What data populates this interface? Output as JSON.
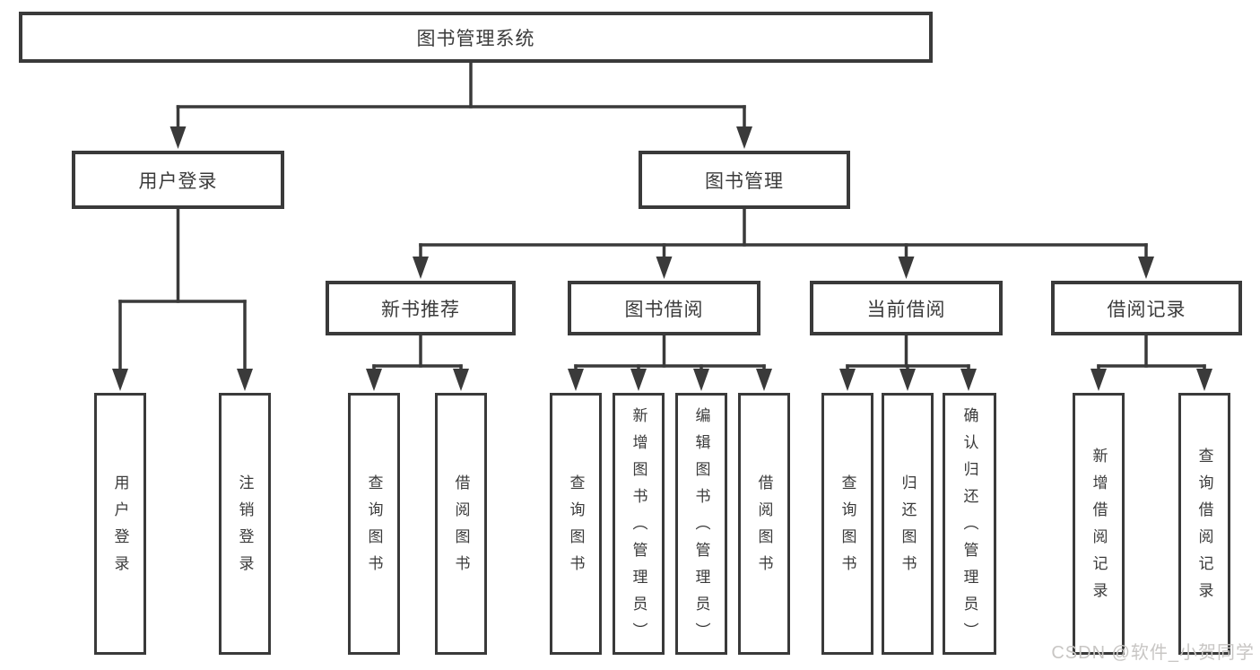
{
  "diagram": {
    "tree": {
      "label": "图书管理系统",
      "children": [
        {
          "label": "用户登录",
          "children": [
            {
              "label": "用户登录"
            },
            {
              "label": "注销登录"
            }
          ]
        },
        {
          "label": "图书管理",
          "children": [
            {
              "label": "新书推荐",
              "children": [
                {
                  "label": "查询图书"
                },
                {
                  "label": "借阅图书"
                }
              ]
            },
            {
              "label": "图书借阅",
              "children": [
                {
                  "label": "查询图书"
                },
                {
                  "label": "新增图书（管理员）"
                },
                {
                  "label": "编辑图书（管理员）"
                },
                {
                  "label": "借阅图书"
                }
              ]
            },
            {
              "label": "当前借阅",
              "children": [
                {
                  "label": "查询图书"
                },
                {
                  "label": "归还图书"
                },
                {
                  "label": "确认归还（管理员）"
                }
              ]
            },
            {
              "label": "借阅记录",
              "children": [
                {
                  "label": "新增借阅记录"
                },
                {
                  "label": "查询借阅记录"
                }
              ]
            }
          ]
        }
      ]
    },
    "colors": {
      "line": "#3a3a3a",
      "text": "#3b3b3b",
      "background": "#ffffff",
      "watermark": "#c8c6c4"
    }
  },
  "watermark": {
    "text": "CSDN @软件_小贺同学"
  }
}
